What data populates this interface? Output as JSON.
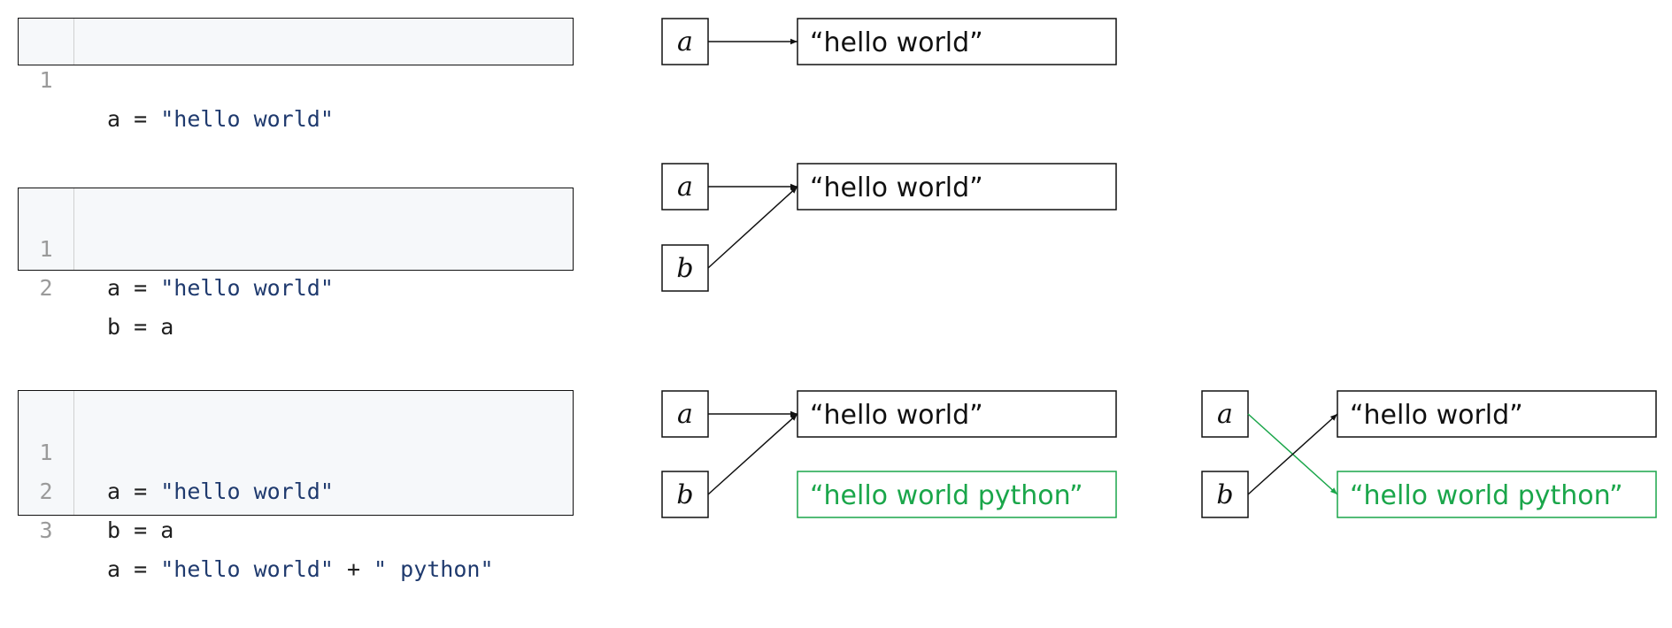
{
  "colors": {
    "ink": "#111111",
    "new_value": "#1aa64a",
    "string_literal": "#1f3a6e",
    "line_number": "#9a9a9a",
    "code_background": "#f6f8fa"
  },
  "rows": [
    {
      "code": [
        {
          "num": "1",
          "plain": "a = ",
          "string": "\"hello world\"",
          "tail": ""
        }
      ],
      "diagrams": [
        {
          "vars": [
            "a"
          ],
          "values": [
            {
              "text": "“hello world”",
              "is_new": false
            }
          ],
          "links": [
            {
              "from": 0,
              "to": 0
            }
          ]
        }
      ]
    },
    {
      "code": [
        {
          "num": "1",
          "plain": "a = ",
          "string": "\"hello world\"",
          "tail": ""
        },
        {
          "num": "2",
          "plain": "b = a",
          "string": "",
          "tail": ""
        }
      ],
      "diagrams": [
        {
          "vars": [
            "a",
            "b"
          ],
          "values": [
            {
              "text": "“hello world”",
              "is_new": false
            }
          ],
          "links": [
            {
              "from": 0,
              "to": 0
            },
            {
              "from": 1,
              "to": 0
            }
          ]
        }
      ]
    },
    {
      "code": [
        {
          "num": "1",
          "plain": "a = ",
          "string": "\"hello world\"",
          "tail": ""
        },
        {
          "num": "2",
          "plain": "b = a",
          "string": "",
          "tail": ""
        },
        {
          "num": "3",
          "plain": "a = ",
          "string": "\"hello world\"",
          "tail": " + ",
          "string2": "\" python\""
        }
      ],
      "diagrams": [
        {
          "vars": [
            "a",
            "b"
          ],
          "values": [
            {
              "text": "“hello world”",
              "is_new": false
            },
            {
              "text": "“hello world python”",
              "is_new": true
            }
          ],
          "links": [
            {
              "from": 0,
              "to": 0
            },
            {
              "from": 1,
              "to": 0
            }
          ]
        },
        {
          "vars": [
            "a",
            "b"
          ],
          "values": [
            {
              "text": "“hello world”",
              "is_new": false
            },
            {
              "text": "“hello world python”",
              "is_new": true
            }
          ],
          "links": [
            {
              "from": 0,
              "to": 1
            },
            {
              "from": 1,
              "to": 0
            }
          ]
        }
      ]
    }
  ]
}
